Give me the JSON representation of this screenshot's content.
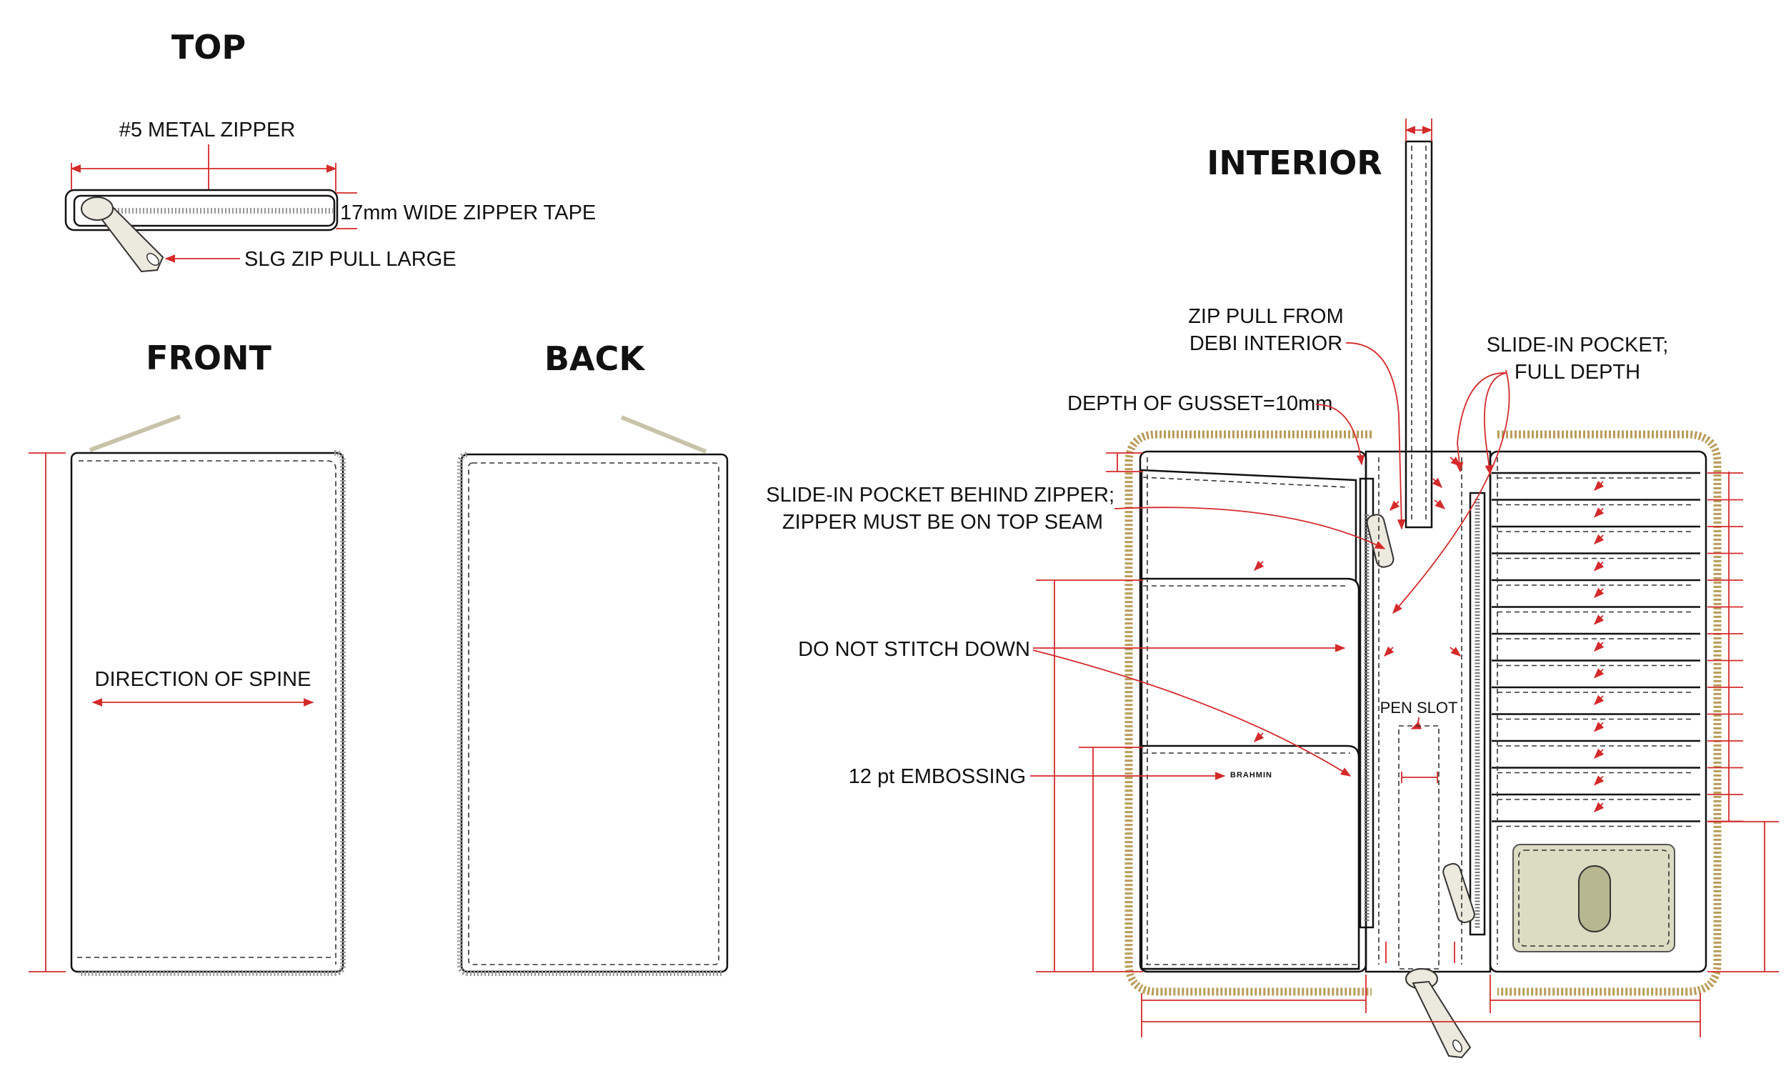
{
  "views": {
    "top": "TOP",
    "front": "FRONT",
    "back": "BACK",
    "interior": "INTERIOR"
  },
  "callouts": {
    "metal_zipper": "#5 METAL ZIPPER",
    "zipper_tape": "17mm WIDE ZIPPER TAPE",
    "zip_pull": "SLG ZIP PULL LARGE",
    "spine": "DIRECTION OF SPINE",
    "zip_pull_interior_1": "ZIP PULL FROM",
    "zip_pull_interior_2": "DEBI INTERIOR",
    "slide_pocket_full_1": "SLIDE-IN POCKET;",
    "slide_pocket_full_2": "FULL DEPTH",
    "gusset": "DEPTH OF GUSSET=10mm",
    "slide_pocket_behind_1": "SLIDE-IN POCKET BEHIND ZIPPER;",
    "slide_pocket_behind_2": "ZIPPER MUST BE ON TOP SEAM",
    "no_stitch": "DO NOT STITCH DOWN",
    "embossing": "12 pt EMBOSSING",
    "pen_slot": "PEN SLOT",
    "brand": "BRAHMIN"
  },
  "colors": {
    "callout_red": "#d42a2a",
    "zipper_gold": "#b89c5a",
    "window_fill": "#dcdcc3",
    "thumb_fill": "#b7b891"
  }
}
